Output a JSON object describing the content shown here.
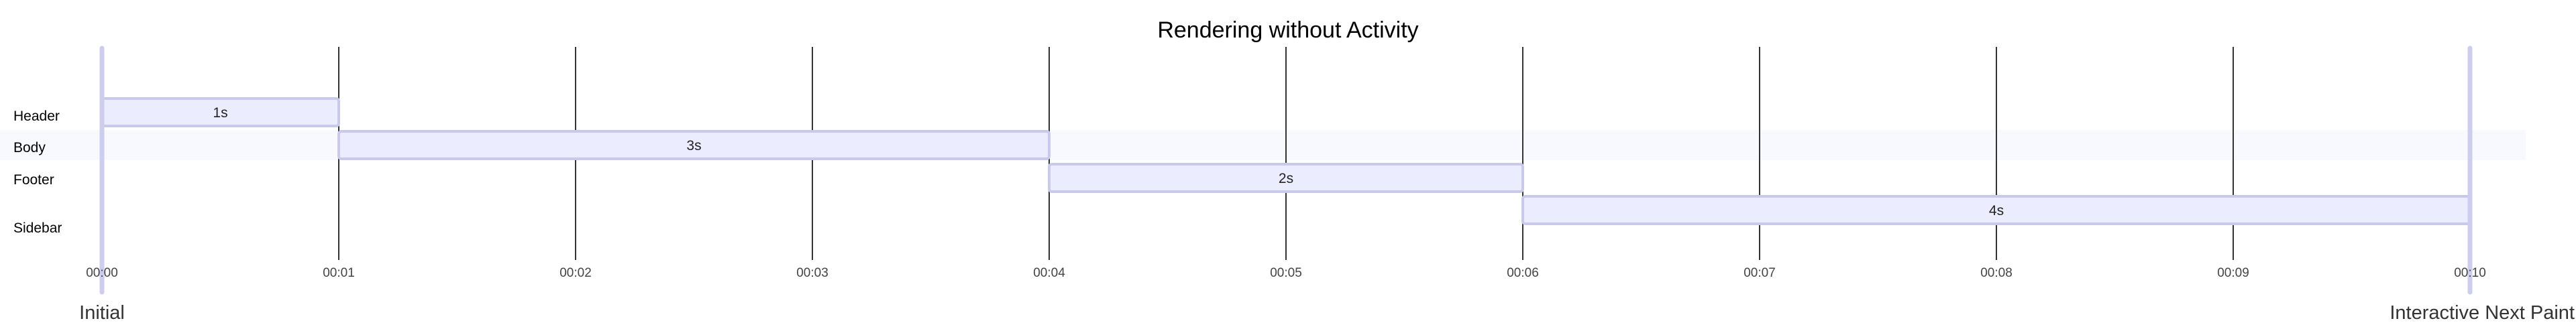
{
  "chart_data": {
    "type": "gantt",
    "title": "Rendering without Activity",
    "xlim": [
      0,
      10
    ],
    "x_unit": "seconds",
    "ticks": [
      "00:00",
      "00:01",
      "00:02",
      "00:03",
      "00:04",
      "00:05",
      "00:06",
      "00:07",
      "00:08",
      "00:09",
      "00:10"
    ],
    "rows": [
      "Header",
      "Body",
      "Footer",
      "Sidebar"
    ],
    "tasks": [
      {
        "row": "Header",
        "start": 0,
        "end": 1,
        "label": "1s"
      },
      {
        "row": "Body",
        "start": 1,
        "end": 4,
        "label": "3s"
      },
      {
        "row": "Footer",
        "start": 4,
        "end": 6,
        "label": "2s"
      },
      {
        "row": "Sidebar",
        "start": 6,
        "end": 10,
        "label": "4s"
      }
    ],
    "markers": [
      {
        "at": 0,
        "label": "Initial"
      },
      {
        "at": 10,
        "label": "Interactive Next Paint"
      }
    ],
    "highlighted_row": "Body",
    "grid": true
  },
  "colors": {
    "task_fill": "#ececff",
    "task_stroke": "#c9c9ec",
    "marker": "#cdcdee",
    "grid": "#333333",
    "row_band": "#f8f8ff"
  }
}
